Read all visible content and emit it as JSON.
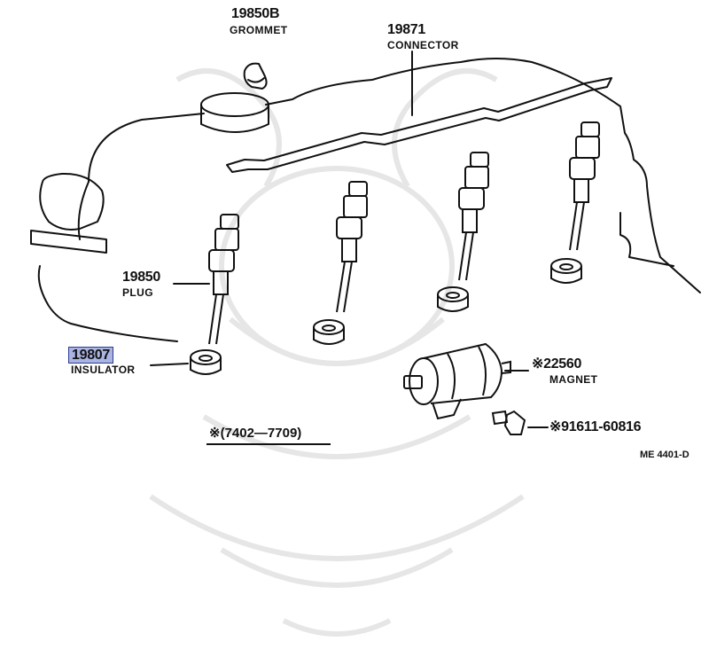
{
  "parts": {
    "grommet": {
      "number": "19850B",
      "name": "GROMMET"
    },
    "connector": {
      "number": "19871",
      "name": "CONNECTOR"
    },
    "plug": {
      "number": "19850",
      "name": "PLUG"
    },
    "insulator": {
      "number": "19807",
      "name": "INSULATOR"
    },
    "magnet": {
      "number": "※22560",
      "name": "MAGNET"
    },
    "bolt": {
      "number": "※91611-60816"
    }
  },
  "date_range": "※(7402—7709)",
  "diagram_code": "ME 4401-D",
  "colors": {
    "highlight": "#a9b4e3",
    "line": "#111111",
    "watermark": "#e6e6e6"
  }
}
